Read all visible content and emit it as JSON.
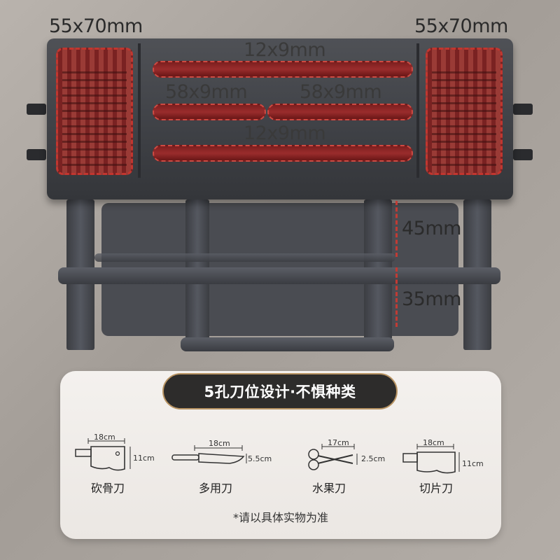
{
  "dimensions": {
    "left_holder": "55x70mm",
    "right_holder": "55x70mm",
    "top_slot": "12x9mm",
    "mid_left_slot": "58x9mm",
    "mid_right_slot": "58x9mm",
    "bottom_slot": "12x9mm",
    "upper_height": "45mm",
    "lower_height": "35mm"
  },
  "card": {
    "badge": "5孔刀位设计·不惧种类",
    "note": "*请以具体实物为准",
    "knives": [
      {
        "name": "砍骨刀",
        "length": "18cm",
        "height": "11cm",
        "icon": "cleaver-icon"
      },
      {
        "name": "多用刀",
        "length": "18cm",
        "height": "5.5cm",
        "icon": "utility-knife-icon"
      },
      {
        "name": "水果刀",
        "length": "17cm",
        "height": "2.5cm",
        "icon": "scissors-icon"
      },
      {
        "name": "切片刀",
        "length": "18cm",
        "height": "11cm",
        "icon": "slicing-knife-icon"
      }
    ]
  },
  "colors": {
    "accent_red": "#c2362f",
    "badge_border": "#b89463",
    "rack_body": "#3e4045"
  }
}
